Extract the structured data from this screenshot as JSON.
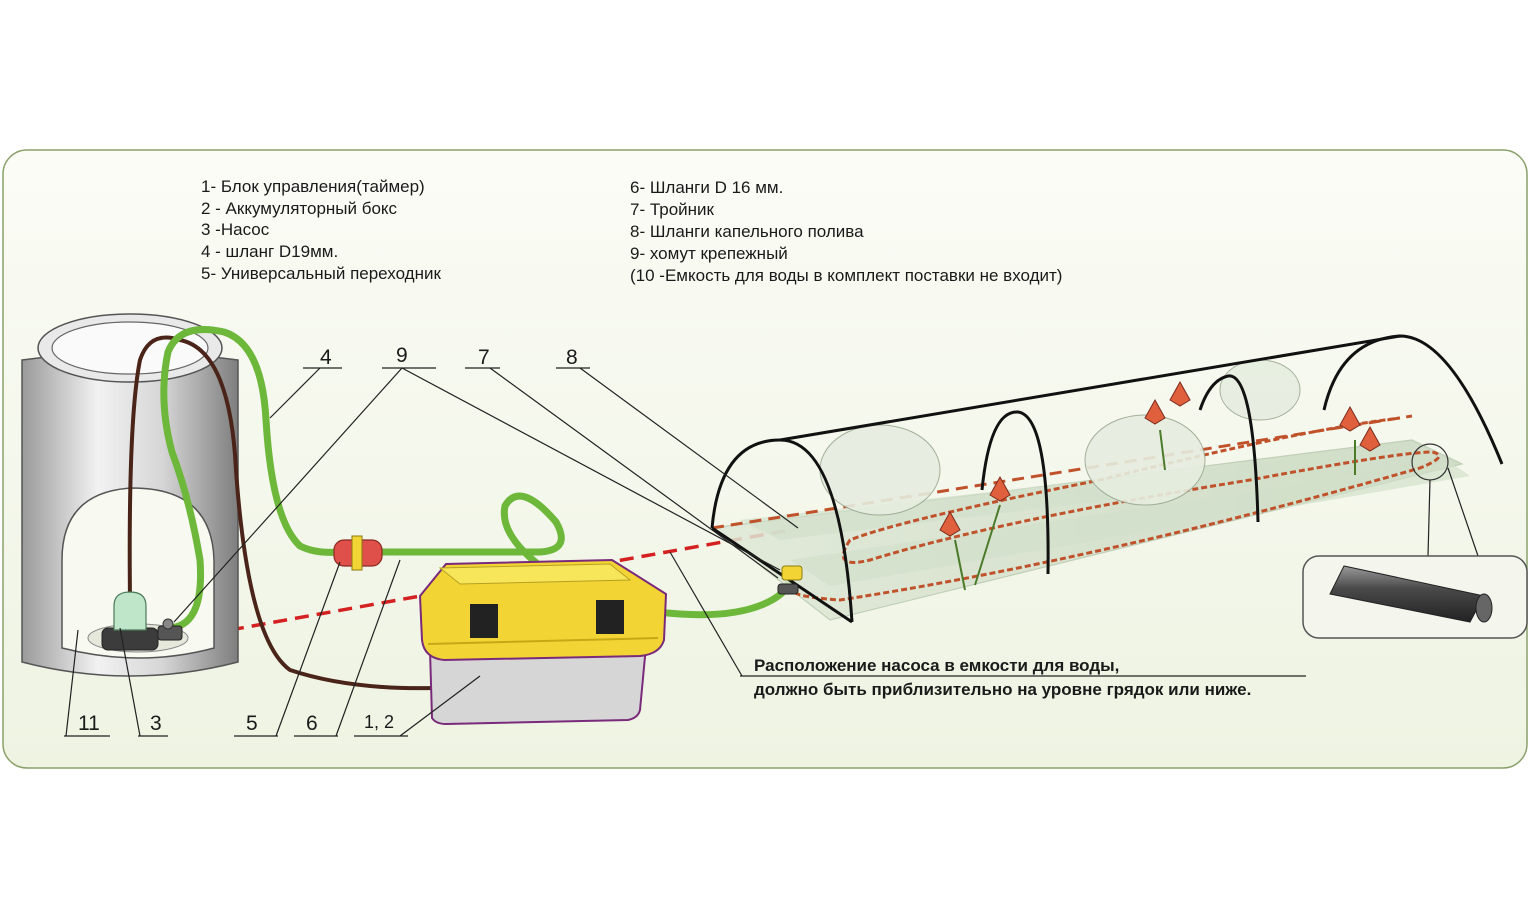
{
  "legend_left": [
    "1- Блок управления(таймер)",
    "2 - Аккумуляторный бокс",
    "3 -Насос",
    "4 - шланг D19мм.",
    "5-  Универсальный переходник"
  ],
  "legend_right": [
    "6- Шланги D 16 мм.",
    "7- Тройник",
    "8- Шланги капельного полива",
    "9- хомут крепежный",
    "(10 -Емкость для воды в комплект поставки не входит)"
  ],
  "callouts": {
    "n4": "4",
    "n9": "9",
    "n7": "7",
    "n8": "8",
    "n11": "11",
    "n3": "3",
    "n5": "5",
    "n6": "6",
    "n12": "1, 2"
  },
  "note": {
    "line1": "Расположение насоса в емкости для воды,",
    "line2": "должно быть приблизительно на уровне грядок или ниже."
  },
  "colors": {
    "panel_fill": "#f7faf0",
    "panel_stroke": "#8aa06a",
    "hose_green": "#7ac943",
    "hose_brown": "#4a2418",
    "drip_hose": "#c0522b",
    "level_line": "#d42020",
    "box_yellow": "#f2d534",
    "box_body": "#cfcfcf",
    "box_outline": "#7a2a7a",
    "adapter_red": "#e0504a"
  }
}
